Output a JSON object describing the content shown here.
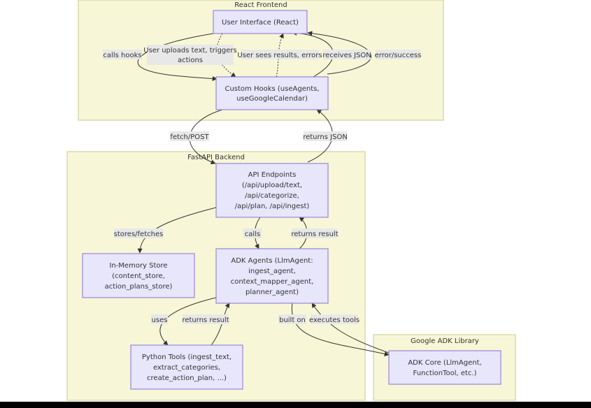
{
  "clusters": {
    "react": "React Frontend",
    "fastapi": "FastAPI Backend",
    "adk": "Google ADK Library"
  },
  "nodes": {
    "ui": [
      "User Interface (React)"
    ],
    "hooks": [
      "Custom Hooks (useAgents,",
      "useGoogleCalendar)"
    ],
    "api": [
      "API Endpoints",
      "(/api/upload/text,",
      "/api/categorize,",
      "/api/plan, /api/ingest)"
    ],
    "store": [
      "In-Memory Store",
      "(content_store,",
      "action_plans_store)"
    ],
    "agents": [
      "ADK Agents (LlmAgent:",
      "ingest_agent,",
      "context_mapper_agent,",
      "planner_agent)"
    ],
    "tools": [
      "Python Tools (ingest_text,",
      "extract_categories,",
      "create_action_plan, ...)"
    ],
    "core": [
      "ADK Core (LlmAgent,",
      "FunctionTool, etc.)"
    ]
  },
  "edges": {
    "calls_hooks": [
      "calls hooks"
    ],
    "uploads": [
      "User uploads text, triggers",
      "actions"
    ],
    "sees": [
      "User sees results, errors"
    ],
    "receives": [
      "receives JSON"
    ],
    "errsucc": [
      "error/success"
    ],
    "fetch": [
      "fetch/POST"
    ],
    "returns_json": [
      "returns JSON"
    ],
    "stores": [
      "stores/fetches"
    ],
    "calls": [
      "calls"
    ],
    "returns_result1": [
      "returns result"
    ],
    "uses": [
      "uses"
    ],
    "returns_result2": [
      "returns result"
    ],
    "built_on": [
      "built on"
    ],
    "executes": [
      "executes tools"
    ]
  }
}
